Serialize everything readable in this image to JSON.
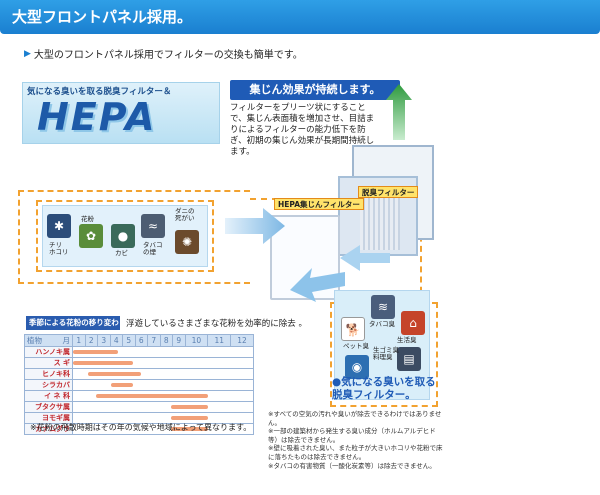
{
  "header": {
    "title": "大型フロントパネル採用。"
  },
  "intro": {
    "text": "大型のフロントパネル採用でフィルターの交換も簡単です。"
  },
  "hepa_badge": {
    "subtitle": "気になる臭いを取る脱臭フィルター＆",
    "logo_text": "HEPA"
  },
  "effect": {
    "title": "集じん効果が持続します。",
    "description": "フィルターをプリーツ状にすることで、集じん表面積を増加させ、目詰まりによるフィルターの能力低下を防ぎ、初期の集じん効果が長期間持続します。"
  },
  "labels": {
    "hepa_filter": "HEPA集じんフィルター",
    "deodor_filter": "脱臭フィルター"
  },
  "left_icons": [
    {
      "label": "チリ\nホコリ",
      "icon": "dust-icon"
    },
    {
      "label": "花粉",
      "icon": "pollen-icon"
    },
    {
      "label": "カビ",
      "icon": "mold-icon"
    },
    {
      "label": "タバコ\nの煙",
      "icon": "tobacco-smoke-icon"
    },
    {
      "label": "ダニの\n死がい",
      "icon": "mite-icon"
    }
  ],
  "right_icons": [
    {
      "label": "ペット臭",
      "icon": "pet-odor-icon"
    },
    {
      "label": "タバコ臭",
      "icon": "tobacco-odor-icon"
    },
    {
      "label": "生活臭",
      "icon": "house-odor-icon"
    },
    {
      "label": "生ゴミ臭\n料理臭",
      "icon": "garbage-odor-icon"
    }
  ],
  "odor_caption": "●気になる臭いを取る\n脱臭フィルター。",
  "pollen": {
    "title": "季節による花粉の移り変わり",
    "description": "浮遊しているさまざまな花粉を効率的に除去 。",
    "header_label": "植物",
    "month_header": "月",
    "months": [
      "1",
      "2",
      "3",
      "4",
      "5",
      "6",
      "7",
      "8",
      "9",
      "10",
      "11",
      "12"
    ],
    "bar_color": "#f2a078",
    "rows": [
      {
        "name": "ハンノキ属",
        "start": 1,
        "end": 4
      },
      {
        "name": "ス ギ",
        "start": 1,
        "end": 5
      },
      {
        "name": "ヒノキ科",
        "start": 2,
        "end": 5.5
      },
      {
        "name": "シラカバ",
        "start": 3.5,
        "end": 5
      },
      {
        "name": "イ ネ 科",
        "start": 2.5,
        "end": 10
      },
      {
        "name": "ブタクサ属",
        "start": 7.5,
        "end": 10
      },
      {
        "name": "ヨモギ属",
        "start": 7.5,
        "end": 10
      },
      {
        "name": "カナムグラ",
        "start": 7.5,
        "end": 10
      }
    ],
    "note": "※花粉の飛散時期はその年の気候や地域によって異なります。"
  },
  "notes": [
    "※すべての空気の汚れや臭いが除去できるわけではありません。",
    "※一部の建築材から発生する臭い成分（ホルムアルデヒド等）は除去できません。",
    "※壁に吸着された臭い、また粒子が大きいホコリや花粉で床に落ちたものは除去できません。",
    "※タバコの有害物質（一酸化炭素等）は除去できません。"
  ],
  "colors": {
    "title_bar": "#1a7fd0",
    "accent_blue": "#1f5bb6",
    "orange_dash": "#f2a230",
    "green_arrow": "#3aa34a"
  }
}
